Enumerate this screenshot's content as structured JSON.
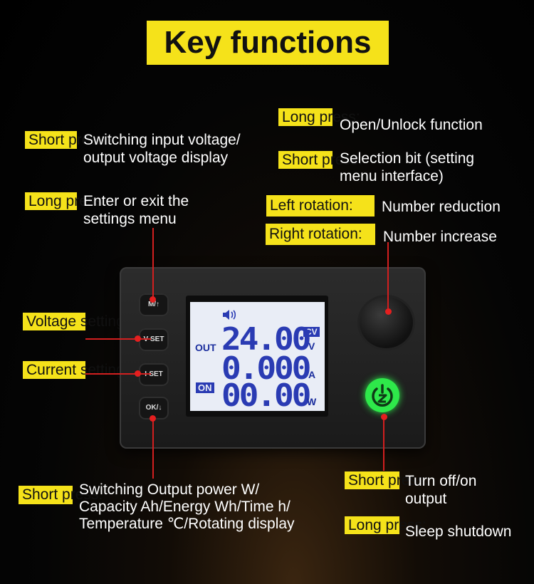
{
  "title": "Key functions",
  "left": {
    "mt_short_tag": "Short\npress:",
    "mt_short_desc": "Switching input voltage/\noutput voltage display",
    "mt_long_tag": "Long\npress:",
    "mt_long_desc": "Enter or exit the\nsettings menu",
    "vset_tag": "Voltage\nsetting",
    "iset_tag": "Current\nsetting",
    "ok_short_tag": "Short\npress:",
    "ok_short_desc": "Switching Output power W/\nCapacity Ah/Energy Wh/Time h/\nTemperature ℃/Rotating display"
  },
  "right": {
    "knob_long_tag": "Long\npress:",
    "knob_long_desc": "Open/Unlock function",
    "knob_short_tag": "Short\npress:",
    "knob_short_desc": "Selection bit (setting\nmenu interface)",
    "left_rot_tag": "Left rotation:",
    "left_rot_desc": "Number reduction",
    "right_rot_tag": "Right rotation:",
    "right_rot_desc": "Number increase",
    "pwr_short_tag": "Short\npress:",
    "pwr_short_desc": "Turn off/on\noutput",
    "pwr_long_tag": "Long\npress:",
    "pwr_long_desc": "Sleep shutdown"
  },
  "device": {
    "btn_mt": "M/↑",
    "btn_vset": "V-SET",
    "btn_iset": "I-SET",
    "btn_ok": "OK/↓",
    "lcd": {
      "cv": "CV",
      "out": "OUT",
      "on": "ON",
      "row1": "24.00",
      "row2": "0.000",
      "row3": "00.00",
      "unit1": "V",
      "unit2": "A",
      "unit3": "W"
    },
    "power_icon": "power-z-icon",
    "speaker_icon": "speaker-icon"
  },
  "colors": {
    "tag_bg": "#f5e21a",
    "line": "#d21f1f",
    "lcd_digits": "#2a3bb3",
    "power": "#2ee84a"
  }
}
